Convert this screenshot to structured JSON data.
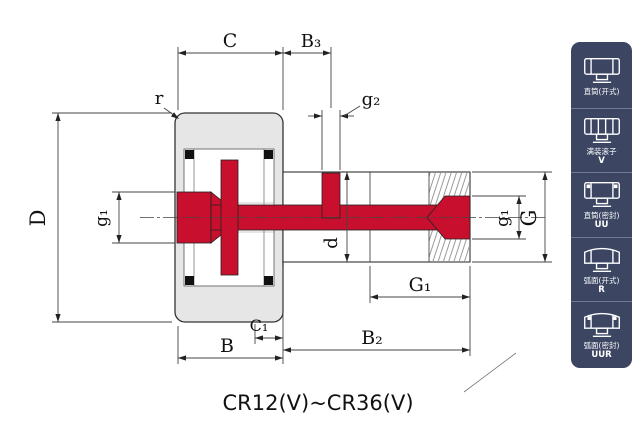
{
  "title": "CR12(V)~CR36(V)",
  "colors": {
    "stud_red": "#c8102e",
    "ring_gray": "#e6e6e6",
    "sidebar_bg": "#3c4663",
    "line": "#333333"
  },
  "dimension_labels": {
    "C": "C",
    "B3": "B₃",
    "g2": "g₂",
    "r": "r",
    "D": "D",
    "g1_left": "g₁",
    "d": "d",
    "g1_right": "g₁",
    "G": "G",
    "G1": "G₁",
    "C1": "C₁",
    "B": "B",
    "B2": "B₂"
  },
  "sidebar": {
    "items": [
      {
        "label": "直筒(开式)",
        "code": ""
      },
      {
        "label": "满装滚子",
        "code": "V"
      },
      {
        "label": "直筒(密封)",
        "code": "UU"
      },
      {
        "label": "弧面(开式)",
        "code": "R"
      },
      {
        "label": "弧面(密封)",
        "code": "UUR"
      }
    ]
  }
}
